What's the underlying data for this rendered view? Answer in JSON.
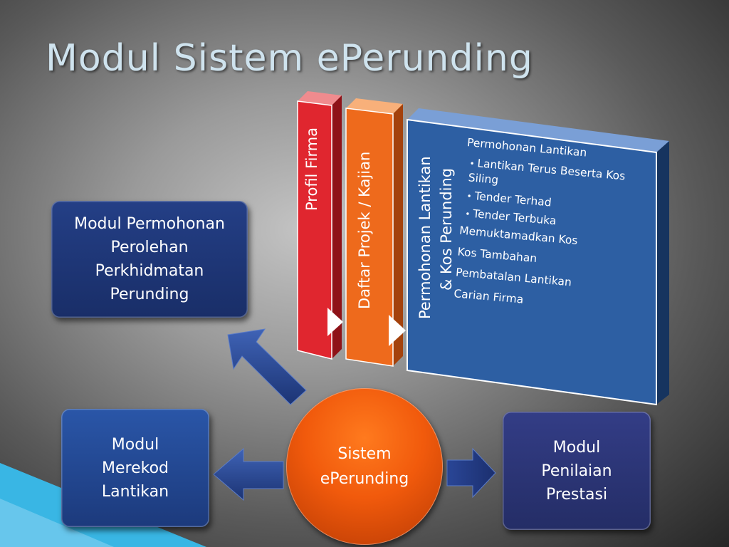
{
  "title": "Modul Sistem ePerunding",
  "center": {
    "line1": "Sistem",
    "line2": "ePerunding"
  },
  "modules": {
    "permohonan": [
      "Modul Permohonan",
      "Perolehan",
      "Perkhidmatan",
      "Perunding"
    ],
    "merekod": [
      "Modul",
      "Merekod",
      "Lantikan"
    ],
    "penilaian": [
      "Modul",
      "Penilaian",
      "Prestasi"
    ]
  },
  "bars": {
    "profil": "Profil Firma",
    "daftar": "Daftar Projek / Kajian"
  },
  "panel": {
    "title_line1": "Permohonan Lantikan",
    "title_line2": "& Kos Perunding",
    "items": [
      "Permohonan Lantikan",
      "Lantikan Terus Beserta Kos Siling",
      "Tender Terhad",
      "Tender Terbuka",
      "Memuktamadkan Kos",
      "Kos Tambahan",
      "Pembatalan Lantikan",
      "Carian Firma"
    ]
  },
  "colors": {
    "title": "#cfe3ee",
    "profil_bar": "#e0262f",
    "daftar_bar": "#ee6a1c",
    "panel": "#2d5fa3",
    "center_circle": "#f15a0c",
    "arrows": "#23408c"
  }
}
